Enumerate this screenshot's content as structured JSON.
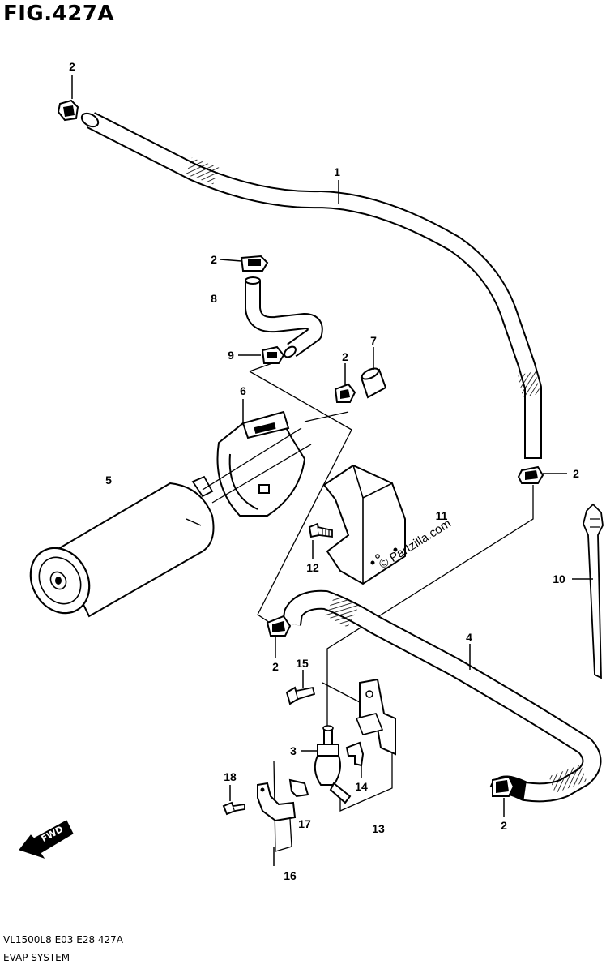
{
  "figure": {
    "title": "FIG.427A",
    "code": "VL1500L8  E03  E28  427A",
    "subtitle": "EVAP SYSTEM",
    "watermark": "© Partzilla.com",
    "fwd_label": "FWD"
  },
  "callouts": {
    "c1": "1",
    "c2a": "2",
    "c2b": "2",
    "c2c": "2",
    "c2d": "2",
    "c2e": "2",
    "c2f": "2",
    "c3": "3",
    "c4": "4",
    "c5": "5",
    "c6": "6",
    "c7": "7",
    "c8": "8",
    "c9": "9",
    "c10": "10",
    "c11": "11",
    "c12": "12",
    "c13": "13",
    "c14": "14",
    "c15": "15",
    "c16": "16",
    "c17": "17",
    "c18": "18"
  }
}
